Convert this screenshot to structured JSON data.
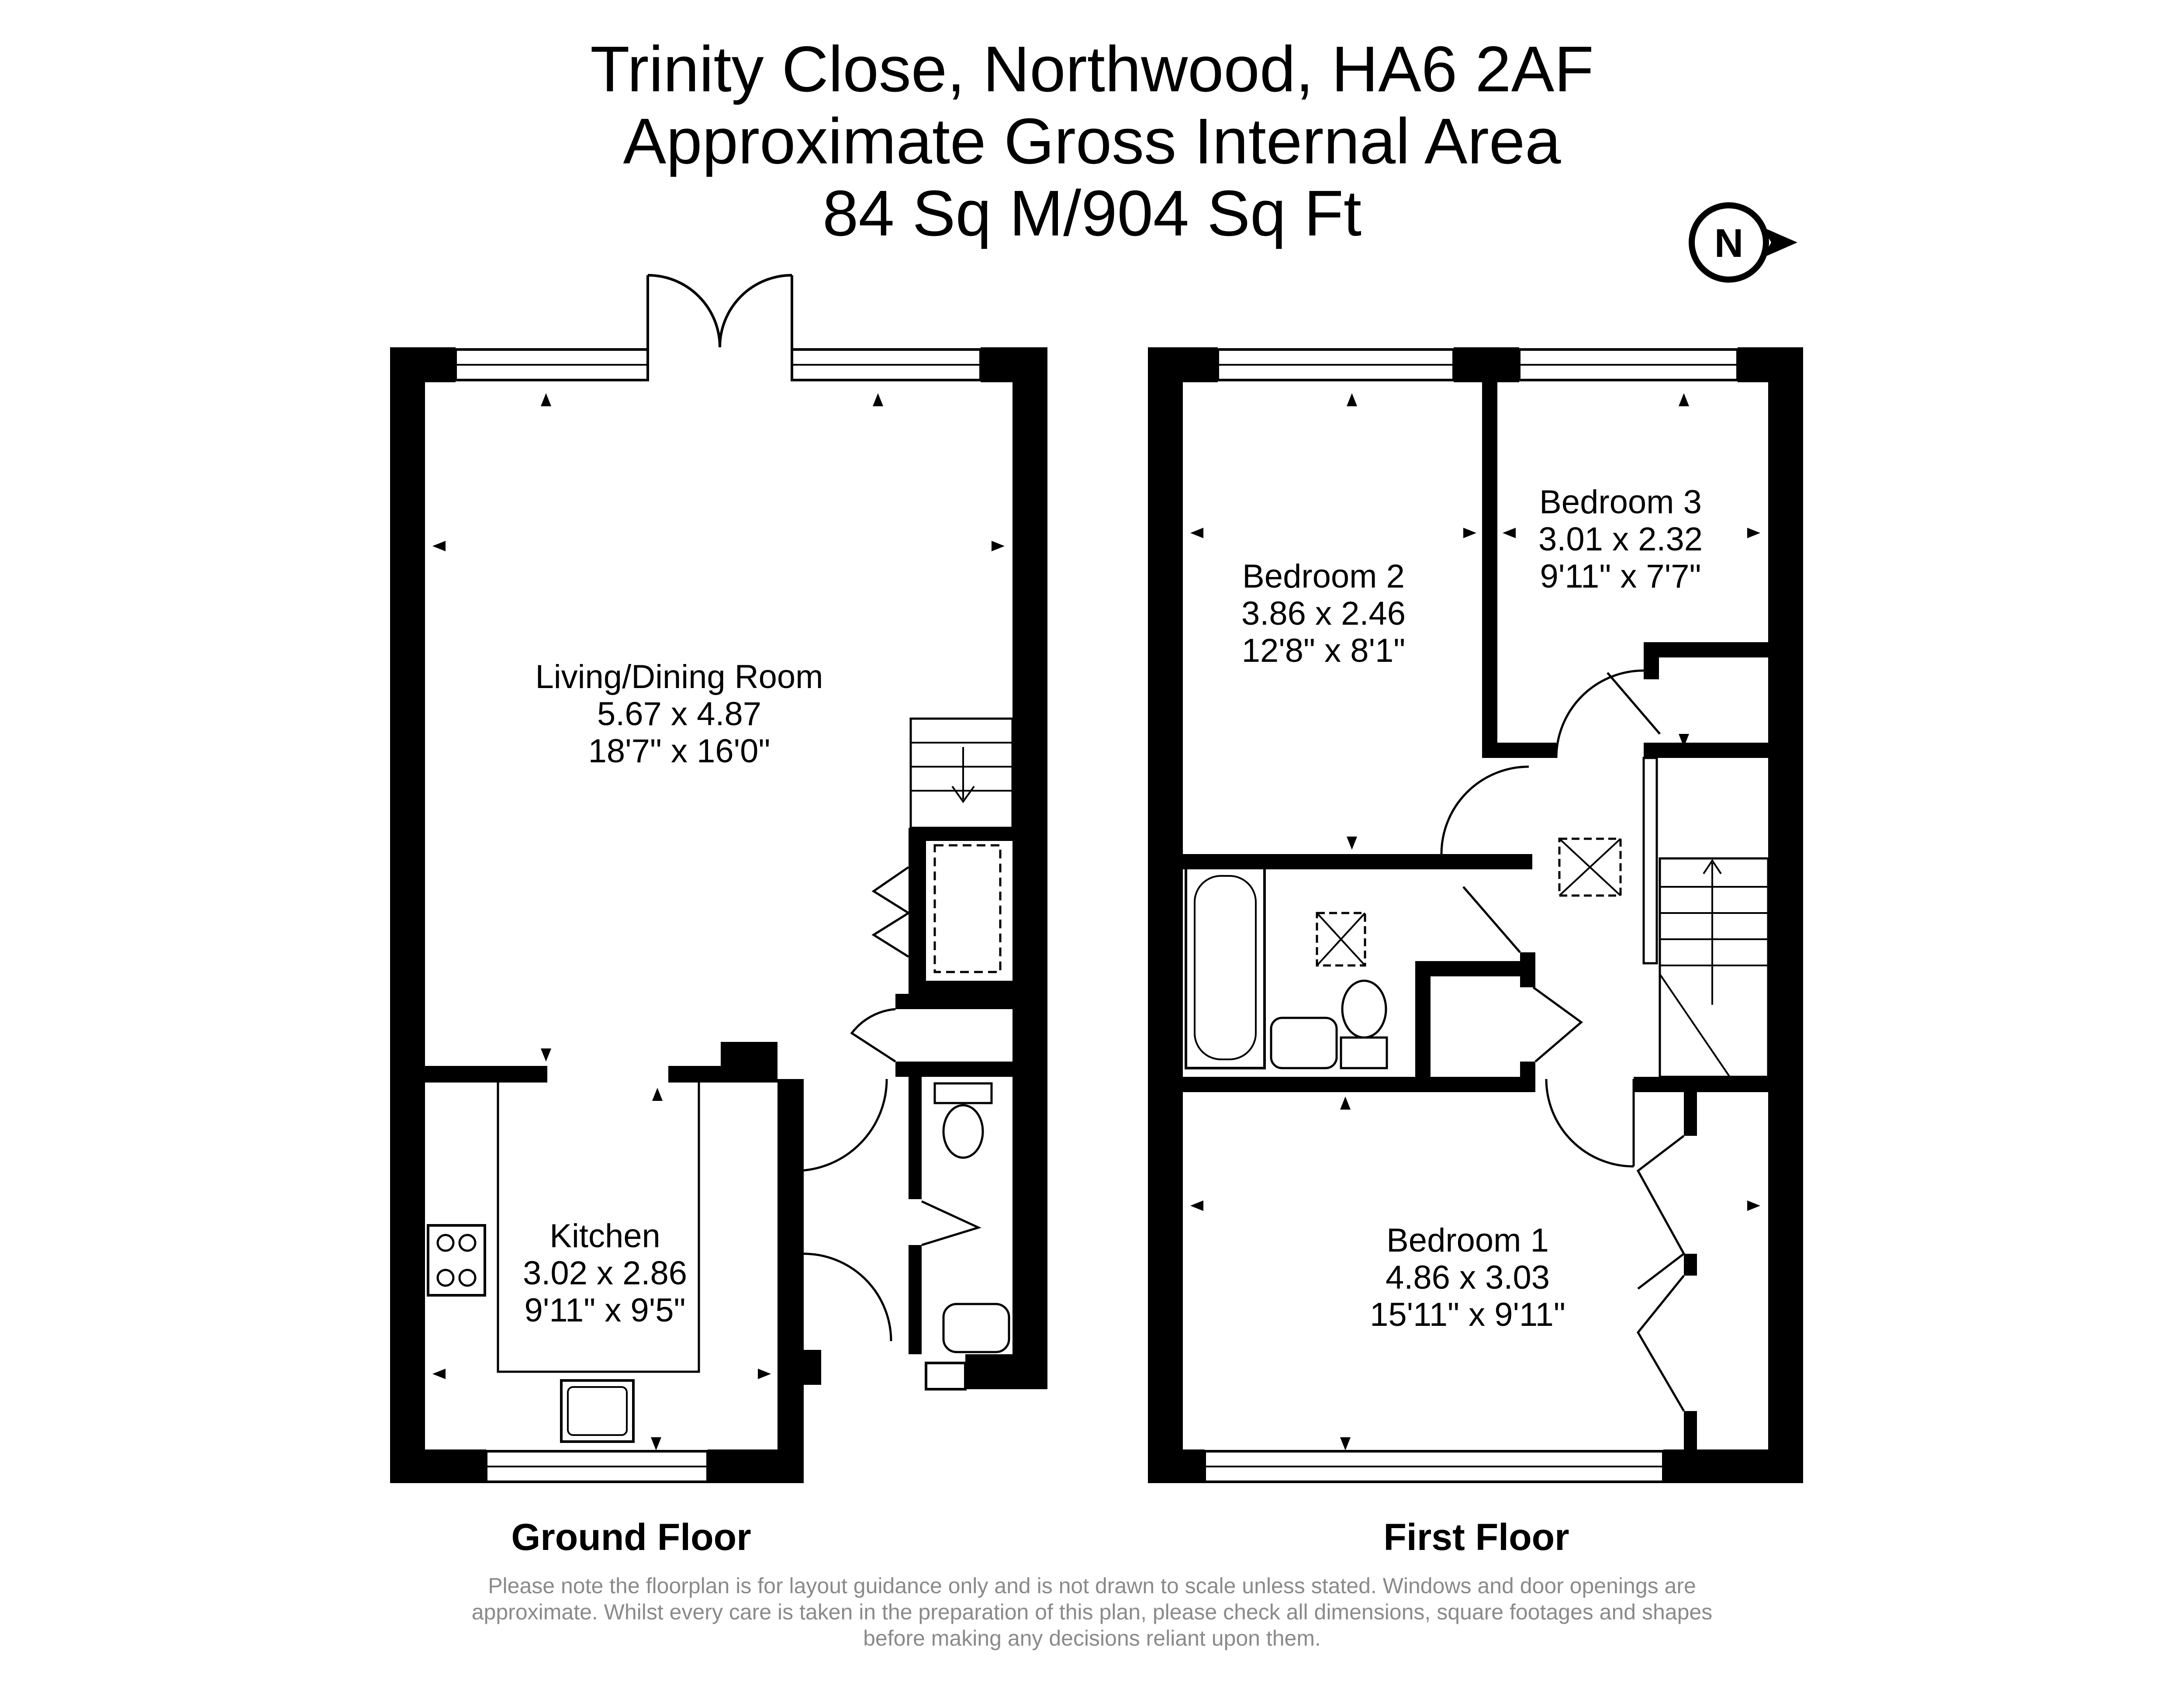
{
  "header": {
    "line1": "Trinity Close, Northwood, HA6 2AF",
    "line2": "Approximate Gross Internal Area",
    "line3": "84 Sq M/904 Sq Ft"
  },
  "compass": {
    "letter": "N",
    "icon": "north-arrow-icon"
  },
  "ground_floor": {
    "label": "Ground Floor",
    "rooms": [
      {
        "name": "Living/Dining Room",
        "metric": "5.67 x 4.87",
        "imperial": "18'7\" x 16'0\""
      },
      {
        "name": "Kitchen",
        "metric": "3.02 x 2.86",
        "imperial": "9'11\" x 9'5\""
      }
    ]
  },
  "first_floor": {
    "label": "First Floor",
    "rooms": [
      {
        "name": "Bedroom 2",
        "metric": "3.86 x 2.46",
        "imperial": "12'8\" x 8'1\""
      },
      {
        "name": "Bedroom 3",
        "metric": "3.01 x 2.32",
        "imperial": "9'11\" x 7'7\""
      },
      {
        "name": "Bedroom 1",
        "metric": "4.86 x 3.03",
        "imperial": "15'11\" x 9'11\""
      }
    ]
  },
  "disclaimer": {
    "line1": "Please note the floorplan is for layout guidance only and is not drawn to scale unless stated. Windows and door openings are",
    "line2": "approximate. Whilst every care is taken in the preparation of this plan, please check all dimensions, square footages and shapes",
    "line3": "before making any decisions reliant upon them."
  }
}
